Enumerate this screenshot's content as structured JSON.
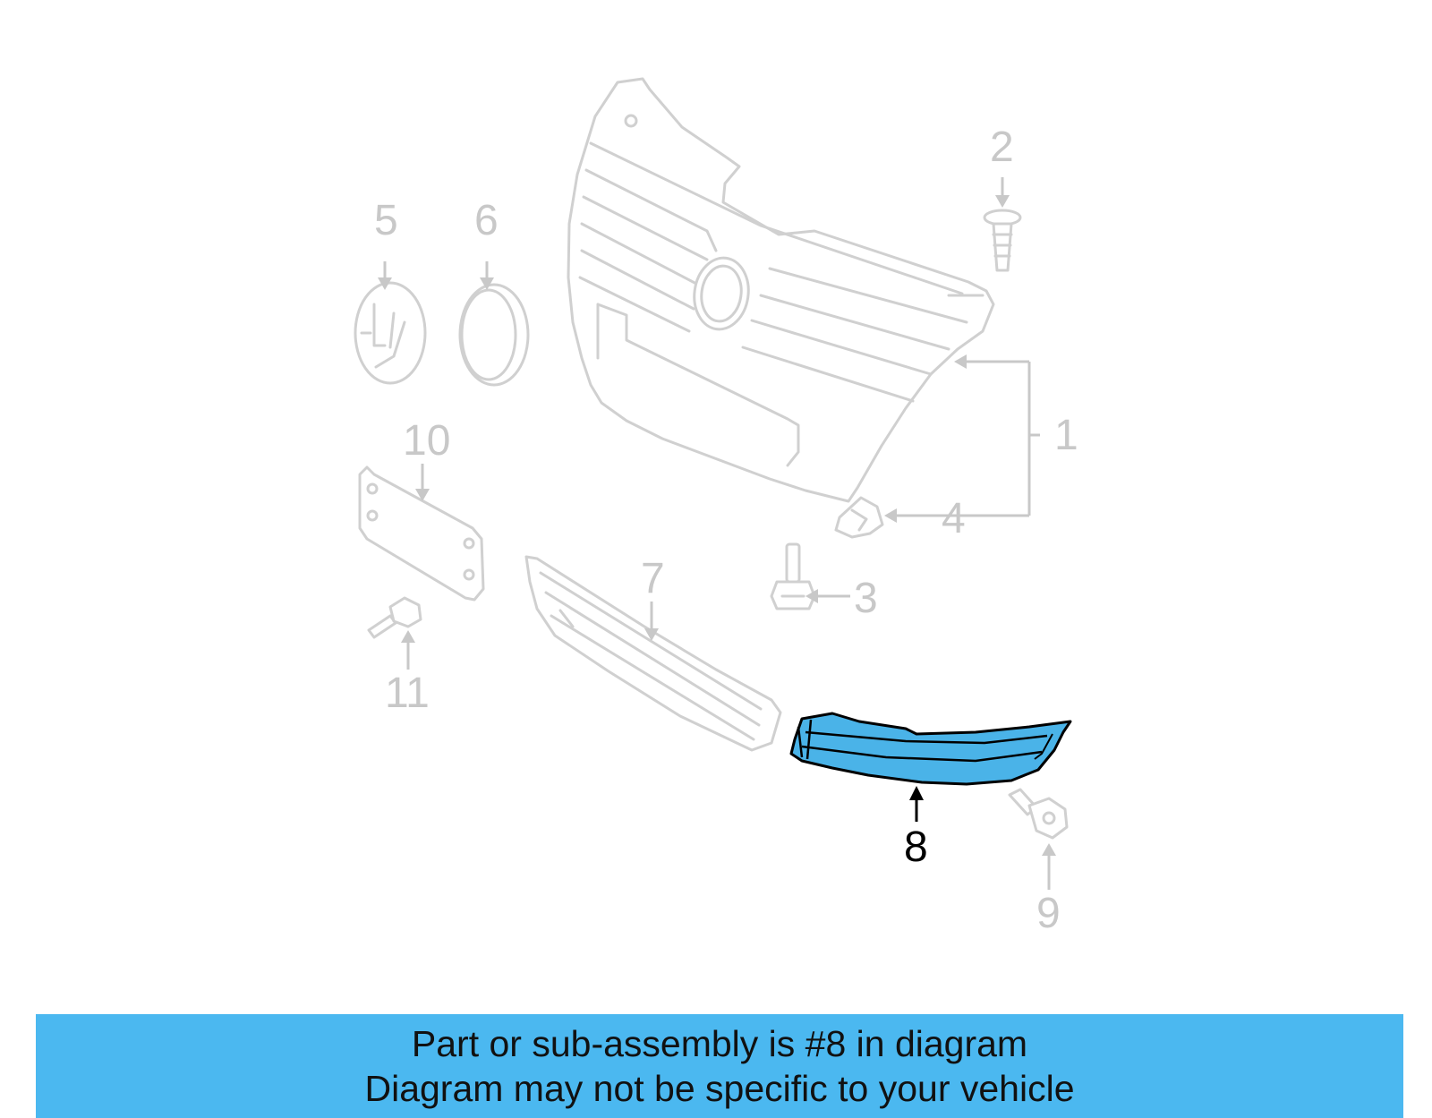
{
  "colors": {
    "highlight_part": "#4ab3e8",
    "banner_background": "#4bb8f0",
    "ghost_lines": "#d0d0d0",
    "label_ghost": "#c8c8c8",
    "label_highlight": "#000000"
  },
  "callouts": {
    "c1": "1",
    "c2": "2",
    "c3": "3",
    "c4": "4",
    "c5": "5",
    "c6": "6",
    "c7": "7",
    "c8": "8",
    "c9": "9",
    "c10": "10",
    "c11": "11"
  },
  "banner": {
    "line1": "Part or sub-assembly is #8 in diagram",
    "line2": "Diagram may not be specific to your vehicle"
  }
}
